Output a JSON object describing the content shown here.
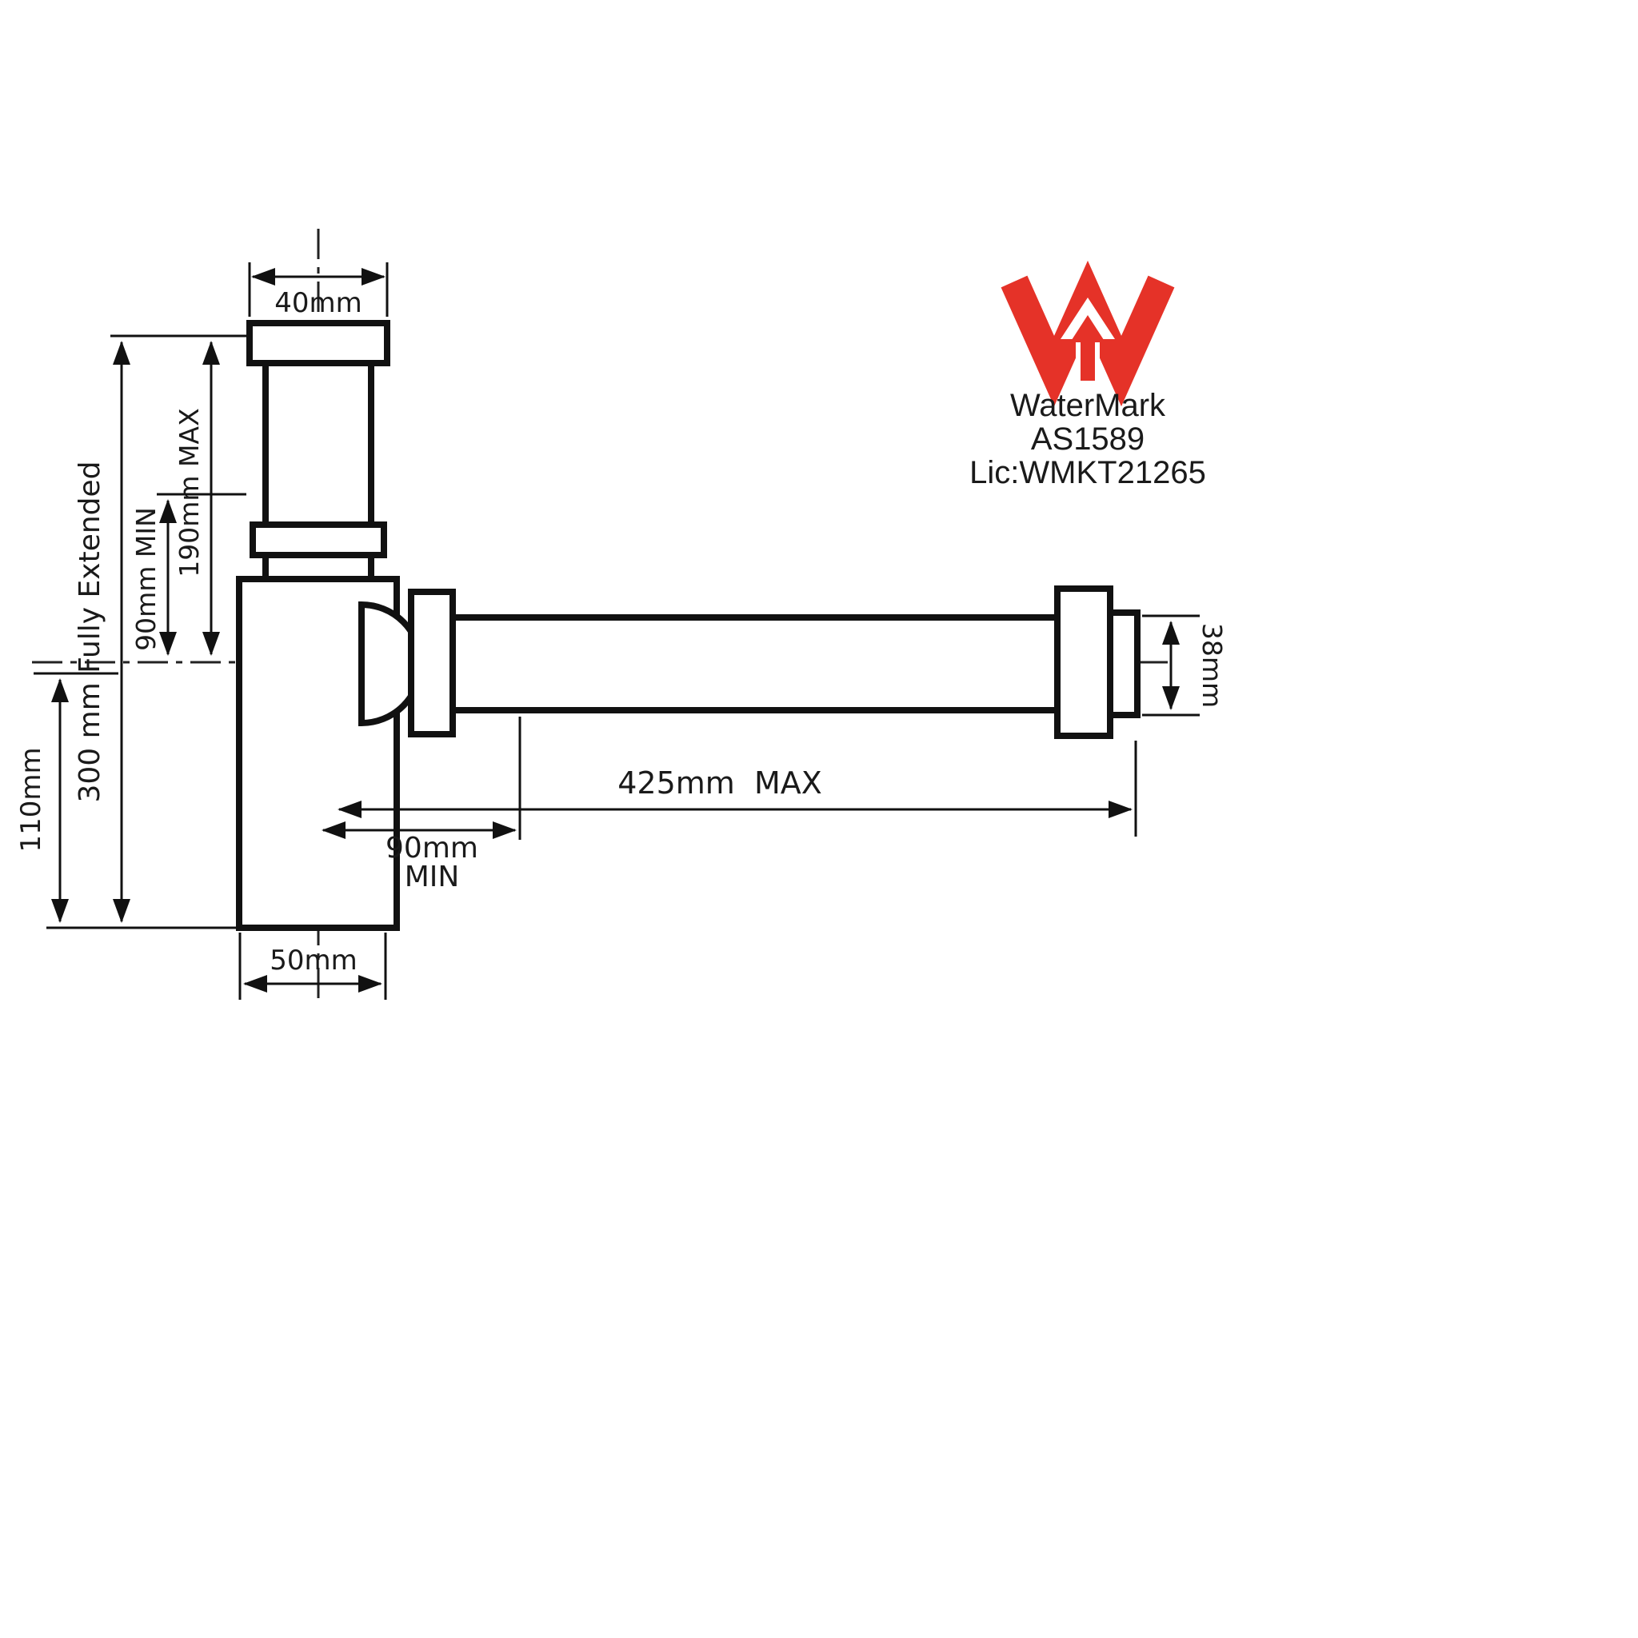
{
  "drawing": {
    "background": "#ffffff",
    "line_color": "#111111",
    "labels": {
      "top_width": "40mm",
      "riser_max": "190mm MAX",
      "riser_min": "90mm MIN",
      "fully_extended": "300 mm Fully Extended",
      "body_height": "110mm",
      "body_width": "50mm",
      "run_max": "425mm  MAX",
      "run_min_value": "90mm",
      "run_min_qualifier": "MIN",
      "outlet_diameter": "38mm"
    }
  },
  "certification": {
    "logo": "watermark-w-logo",
    "logo_color": "#e53228",
    "name": "WaterMark",
    "standard": "AS1589",
    "licence": "Lic:WMKT21265"
  }
}
